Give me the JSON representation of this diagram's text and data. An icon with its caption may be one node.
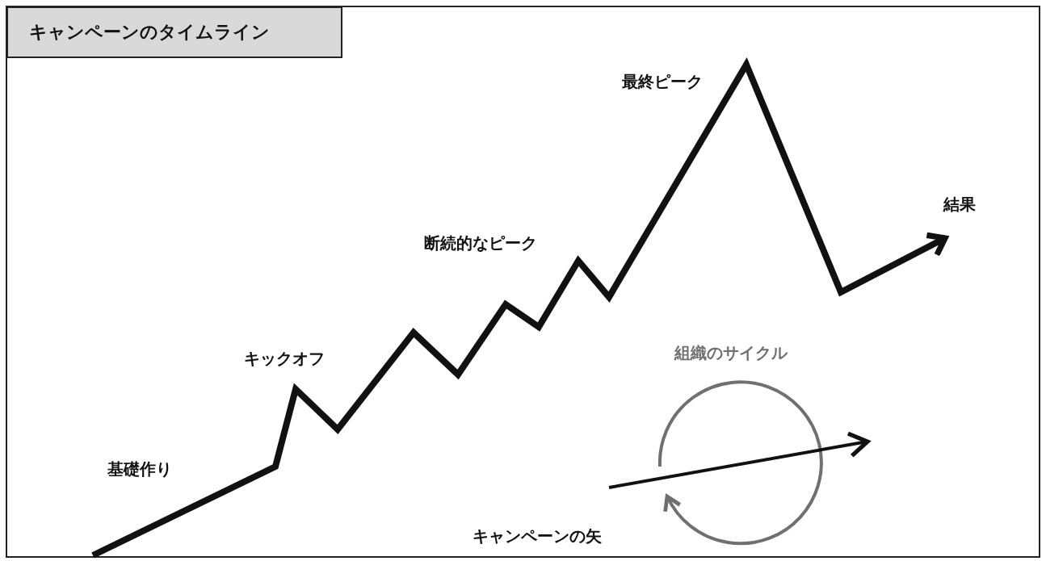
{
  "diagram": {
    "title": "キャンペーンのタイムライン",
    "labels": [
      "最終ピーク",
      "結果",
      "断続的なピーク",
      "キックオフ",
      "組織のサイクル",
      "基礎作り",
      "キャンペーンの矢"
    ]
  }
}
